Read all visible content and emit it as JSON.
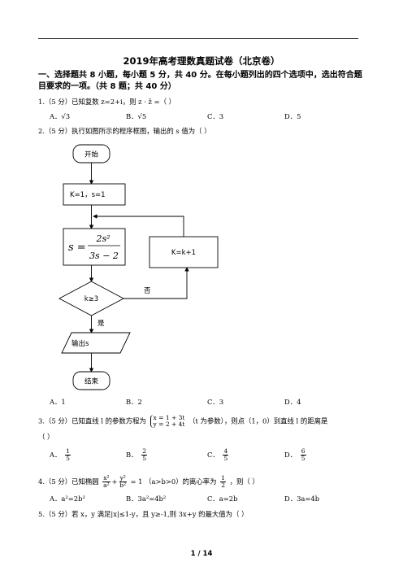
{
  "title": "2019年高考理数真题试卷（北京卷）",
  "section": "一、选择题共 8 小题，每小题 5 分，共 40 分。在每小题列出的四个选项中，选出符合题目要求的一项。（共 8 题；共 40 分）",
  "q1": {
    "stem": "1.（5 分）已知复数 z=2+i，则 z · z̄ =（     ）",
    "options": [
      "A．√3",
      "B．√5",
      "C．3",
      "D．5"
    ]
  },
  "q2": {
    "stem": "2.（5 分）执行如图所示的程序框图，输出的 s 值为（     ）",
    "options": [
      "A．1",
      "B．2",
      "C．3",
      "D．4"
    ],
    "flow": {
      "start": "开始",
      "init": "K=1，s=1",
      "formula_lhs": "s =",
      "formula_num": "2s²",
      "formula_den": "3s − 2",
      "cond": "k≥3",
      "no": "否",
      "update": "K=k+1",
      "yes": "是",
      "output": "输出s",
      "end": "结束"
    }
  },
  "q3": {
    "stem_pre": "3.（5 分）已知直线 l 的参数方程为",
    "sys_1": "x = 1 + 3t",
    "sys_2": "y = 2 + 4t",
    "stem_post": "（t 为参数），则点（1，0）到直线 l 的距离是",
    "stem_cont": "（     ）",
    "options": [
      {
        "label": "A．",
        "num": "1",
        "den": "5"
      },
      {
        "label": "B．",
        "num": "2",
        "den": "5"
      },
      {
        "label": "C．",
        "num": "4",
        "den": "5"
      },
      {
        "label": "D．",
        "num": "6",
        "den": "5"
      }
    ]
  },
  "q4": {
    "stem_pre": "4.（5 分）已知椭圆",
    "f1_num": "x²",
    "f1_den": "a²",
    "plus": "+",
    "f2_num": "y²",
    "f2_den": "b²",
    "eq": "= 1",
    "stem_mid": "（a>b>0）的离心率为",
    "e_num": "1",
    "e_den": "2",
    "stem_post": "，则（     ）",
    "options": [
      "A．a²=2b²",
      "B．3a²=4b²",
      "C．a=2b",
      "D．3a=4b"
    ]
  },
  "q5": {
    "stem": "5.（5 分）若 x，y 满足|x|≤1-y，且 y≥-1,则 3x+y 的最大值为（     ）"
  },
  "page": "1 / 14"
}
